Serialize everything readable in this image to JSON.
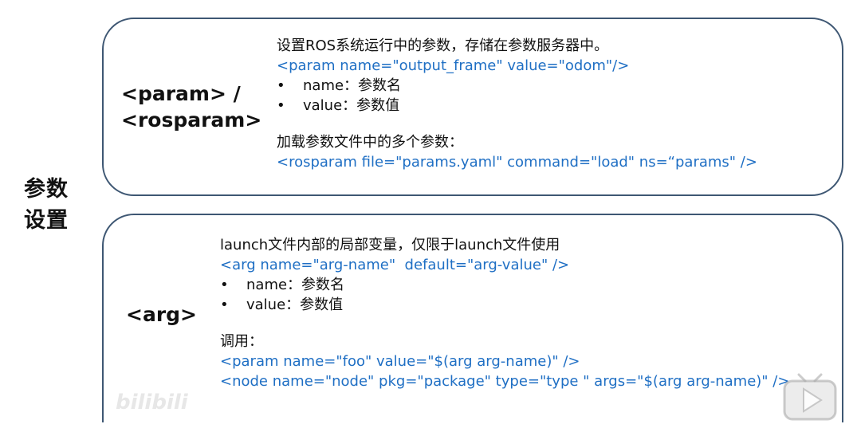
{
  "side_title": [
    "参数",
    "设置"
  ],
  "param_box": {
    "label": [
      "<param> /",
      "<rosparam>"
    ],
    "lines": [
      {
        "kind": "text",
        "text": "设置ROS系统运行中的参数，存储在参数服务器中。"
      },
      {
        "kind": "code",
        "text": "<param name=\"output_frame\" value=\"odom\"/>"
      },
      {
        "kind": "bullet",
        "text": "name：参数名"
      },
      {
        "kind": "bullet",
        "text": "value：参数值"
      },
      {
        "kind": "gap",
        "text": ""
      },
      {
        "kind": "text",
        "text": "加载参数文件中的多个参数："
      },
      {
        "kind": "code",
        "text": "<rosparam file=\"params.yaml\" command=\"load\" ns=“params\" />"
      }
    ]
  },
  "arg_box": {
    "label": [
      "<arg>"
    ],
    "lines": [
      {
        "kind": "text",
        "text": "launch文件内部的局部变量，仅限于launch文件使用"
      },
      {
        "kind": "code",
        "text": "<arg name=\"arg-name\"  default=\"arg-value\" />"
      },
      {
        "kind": "bullet",
        "text": "name：参数名"
      },
      {
        "kind": "bullet",
        "text": "value：参数值"
      },
      {
        "kind": "gap",
        "text": ""
      },
      {
        "kind": "text",
        "text": "调用："
      },
      {
        "kind": "code",
        "text": "<param name=\"foo\" value=\"$(arg arg-name)\" />"
      },
      {
        "kind": "code",
        "text": "<node name=\"node\" pkg=\"package\" type=\"type \" args=\"$(arg arg-name)\" />"
      }
    ]
  },
  "bullet_char": "•",
  "watermark_text": "bilibili",
  "icons": {
    "play": "play-icon"
  },
  "colors": {
    "code": "#1f6fc4",
    "border": "#3e5773",
    "text": "#111111"
  }
}
